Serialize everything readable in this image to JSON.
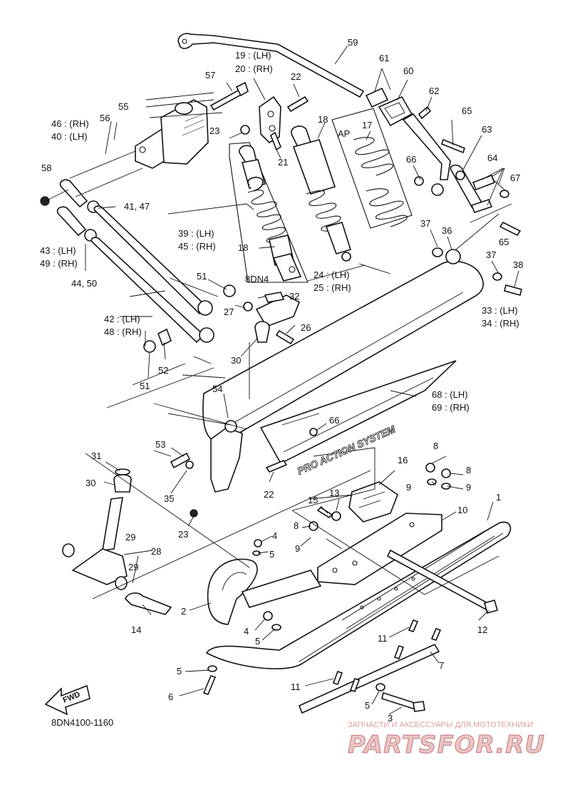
{
  "diagram_code": "8DN4100-1160",
  "fwd_label": "FWD",
  "decal_text": "PRO ACTION SYSTEM",
  "watermark": {
    "tagline": "ЗАПЧАСТИ И АКСЕССУАРЫ ДЛЯ МОТОТЕХНИКИ",
    "site": "PARTSFOR.RU"
  },
  "callouts": [
    {
      "id": "c59",
      "text": "59"
    },
    {
      "id": "c19",
      "text": "19 : (LH)"
    },
    {
      "id": "c20",
      "text": "20 : (RH)"
    },
    {
      "id": "c61",
      "text": "61"
    },
    {
      "id": "c60",
      "text": "60"
    },
    {
      "id": "c57",
      "text": "57"
    },
    {
      "id": "c22a",
      "text": "22"
    },
    {
      "id": "c62",
      "text": "62"
    },
    {
      "id": "c55",
      "text": "55"
    },
    {
      "id": "c46",
      "text": "46 : (RH)"
    },
    {
      "id": "c40",
      "text": "40 : (LH)"
    },
    {
      "id": "c56",
      "text": "56"
    },
    {
      "id": "c23a",
      "text": "23"
    },
    {
      "id": "c18a",
      "text": "18"
    },
    {
      "id": "c17",
      "text": "17"
    },
    {
      "id": "cAP",
      "text": "AP"
    },
    {
      "id": "c65a",
      "text": "65"
    },
    {
      "id": "c21",
      "text": "21"
    },
    {
      "id": "c63",
      "text": "63"
    },
    {
      "id": "c58",
      "text": "58"
    },
    {
      "id": "c66a",
      "text": "66"
    },
    {
      "id": "c64",
      "text": "64"
    },
    {
      "id": "c67",
      "text": "67"
    },
    {
      "id": "c4147",
      "text": "41, 47"
    },
    {
      "id": "c65b",
      "text": "65"
    },
    {
      "id": "c43",
      "text": "43 : (LH)"
    },
    {
      "id": "c49",
      "text": "49 : (RH)"
    },
    {
      "id": "c39",
      "text": "39 : (LH)"
    },
    {
      "id": "c45",
      "text": "45 : (RH)"
    },
    {
      "id": "c18b",
      "text": "18"
    },
    {
      "id": "c37a",
      "text": "37"
    },
    {
      "id": "c36",
      "text": "36"
    },
    {
      "id": "c4450",
      "text": "44, 50"
    },
    {
      "id": "c37b",
      "text": "37"
    },
    {
      "id": "c38",
      "text": "38"
    },
    {
      "id": "c8DN4",
      "text": "8DN4"
    },
    {
      "id": "c24",
      "text": "24 : (LH)"
    },
    {
      "id": "c25",
      "text": "25 : (RH)"
    },
    {
      "id": "c51a",
      "text": "51"
    },
    {
      "id": "c32",
      "text": "32"
    },
    {
      "id": "c33",
      "text": "33 : (LH)"
    },
    {
      "id": "c34",
      "text": "34 : (RH)"
    },
    {
      "id": "c27",
      "text": "27"
    },
    {
      "id": "c42",
      "text": "42 : (LH)"
    },
    {
      "id": "c48",
      "text": "48 : (RH)"
    },
    {
      "id": "c26",
      "text": "26"
    },
    {
      "id": "c30a",
      "text": "30"
    },
    {
      "id": "c52",
      "text": "52"
    },
    {
      "id": "c51b",
      "text": "51"
    },
    {
      "id": "c68",
      "text": "68 : (LH)"
    },
    {
      "id": "c69",
      "text": "69 : (RH)"
    },
    {
      "id": "c54",
      "text": "54"
    },
    {
      "id": "c66b",
      "text": "66"
    },
    {
      "id": "c53",
      "text": "53"
    },
    {
      "id": "c31",
      "text": "31"
    },
    {
      "id": "c16",
      "text": "16"
    },
    {
      "id": "c8a",
      "text": "8"
    },
    {
      "id": "c8b",
      "text": "8"
    },
    {
      "id": "c9a",
      "text": "9"
    },
    {
      "id": "c9b",
      "text": "9"
    },
    {
      "id": "c30b",
      "text": "30"
    },
    {
      "id": "c22b",
      "text": "22"
    },
    {
      "id": "c35",
      "text": "35"
    },
    {
      "id": "c15",
      "text": "15"
    },
    {
      "id": "c13",
      "text": "13"
    },
    {
      "id": "c1",
      "text": "1"
    },
    {
      "id": "c10",
      "text": "10"
    },
    {
      "id": "c23b",
      "text": "23"
    },
    {
      "id": "c8c",
      "text": "8"
    },
    {
      "id": "c4a",
      "text": "4"
    },
    {
      "id": "c9c",
      "text": "9"
    },
    {
      "id": "c5a",
      "text": "5"
    },
    {
      "id": "c29a",
      "text": "29"
    },
    {
      "id": "c28",
      "text": "28"
    },
    {
      "id": "c29b",
      "text": "29"
    },
    {
      "id": "c2",
      "text": "2"
    },
    {
      "id": "c12",
      "text": "12"
    },
    {
      "id": "c14",
      "text": "14"
    },
    {
      "id": "c4b",
      "text": "4"
    },
    {
      "id": "c5b",
      "text": "5"
    },
    {
      "id": "c11a",
      "text": "11"
    },
    {
      "id": "c7",
      "text": "7"
    },
    {
      "id": "c5c",
      "text": "5"
    },
    {
      "id": "c6",
      "text": "6"
    },
    {
      "id": "c11b",
      "text": "11"
    },
    {
      "id": "c5d",
      "text": "5"
    },
    {
      "id": "c3",
      "text": "3"
    }
  ]
}
